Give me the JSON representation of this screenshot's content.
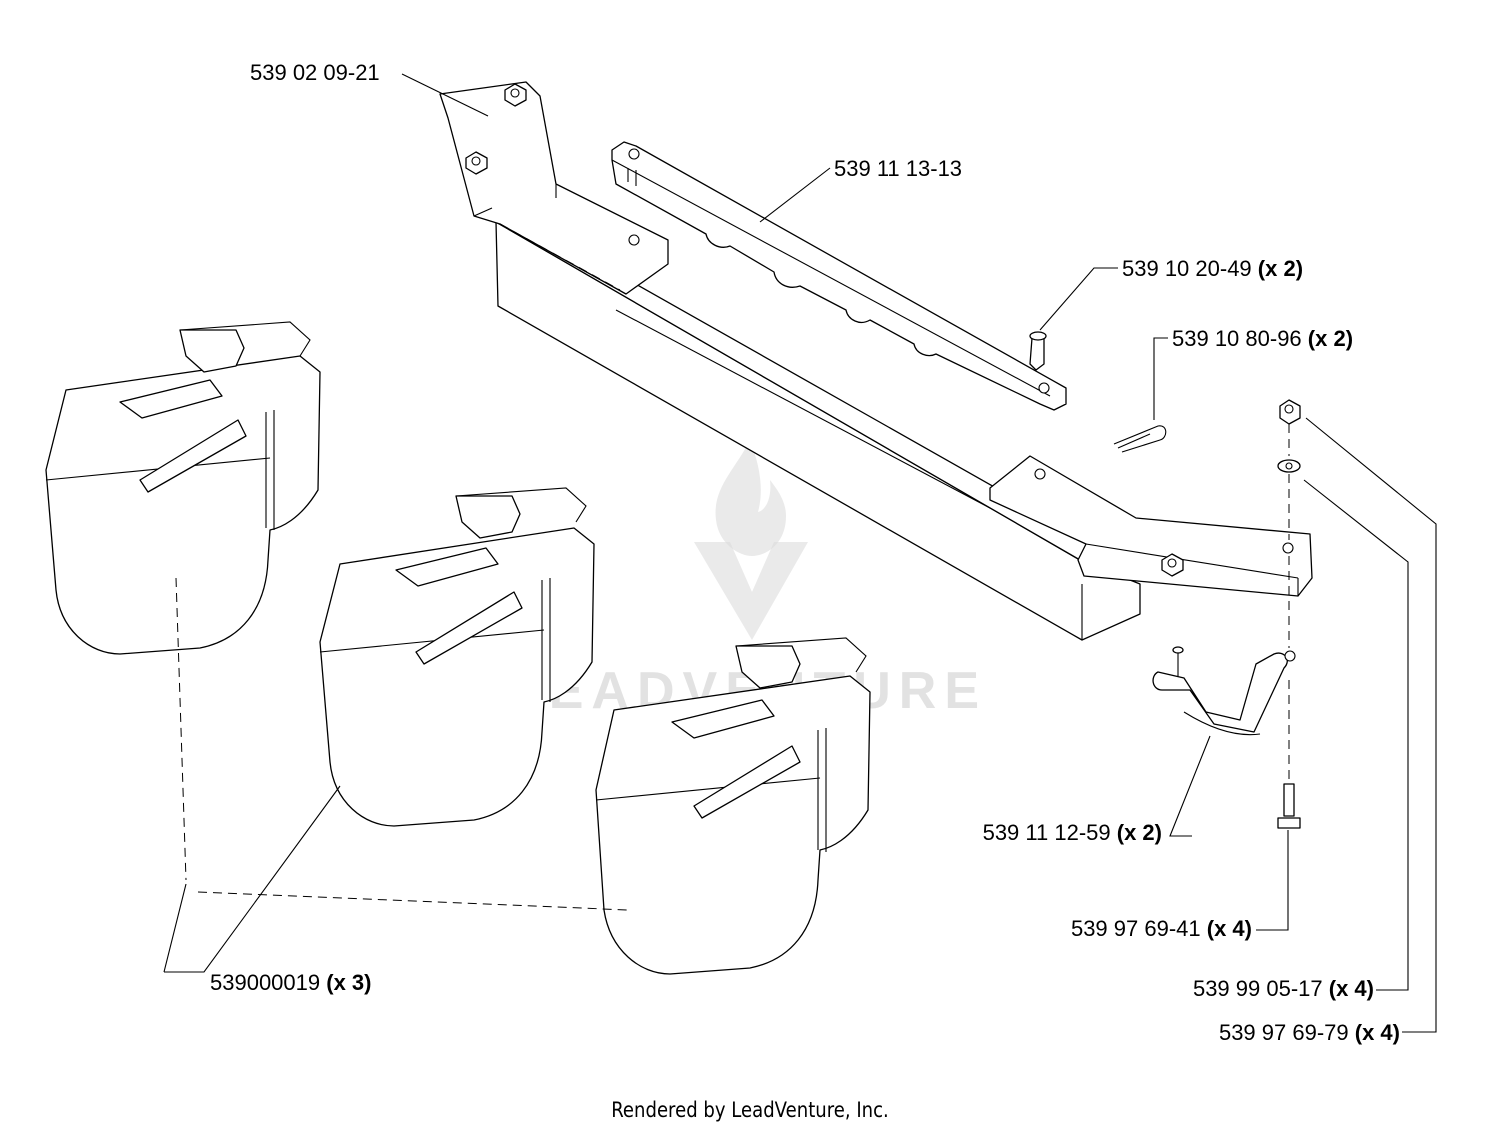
{
  "watermark": {
    "text": "LEADVENTURE"
  },
  "callouts": [
    {
      "id": "c1",
      "part": "539 02 09-21",
      "qty": ""
    },
    {
      "id": "c2",
      "part": "539 11 13-13",
      "qty": ""
    },
    {
      "id": "c3",
      "part": "539 10 20-49",
      "qty": "(x 2)"
    },
    {
      "id": "c4",
      "part": "539 10 80-96",
      "qty": "(x 2)"
    },
    {
      "id": "c5",
      "part": "539 11 12-59",
      "qty": "(x 2)"
    },
    {
      "id": "c6",
      "part": "539 97 69-41",
      "qty": "(x 4)"
    },
    {
      "id": "c7",
      "part": "539000019",
      "qty": "(x 3)"
    },
    {
      "id": "c8",
      "part": "539 99 05-17",
      "qty": "(x 4)"
    },
    {
      "id": "c9",
      "part": "539 97 69-79",
      "qty": "(x 4)"
    }
  ],
  "footer": {
    "text": "Rendered by LeadVenture, Inc."
  }
}
